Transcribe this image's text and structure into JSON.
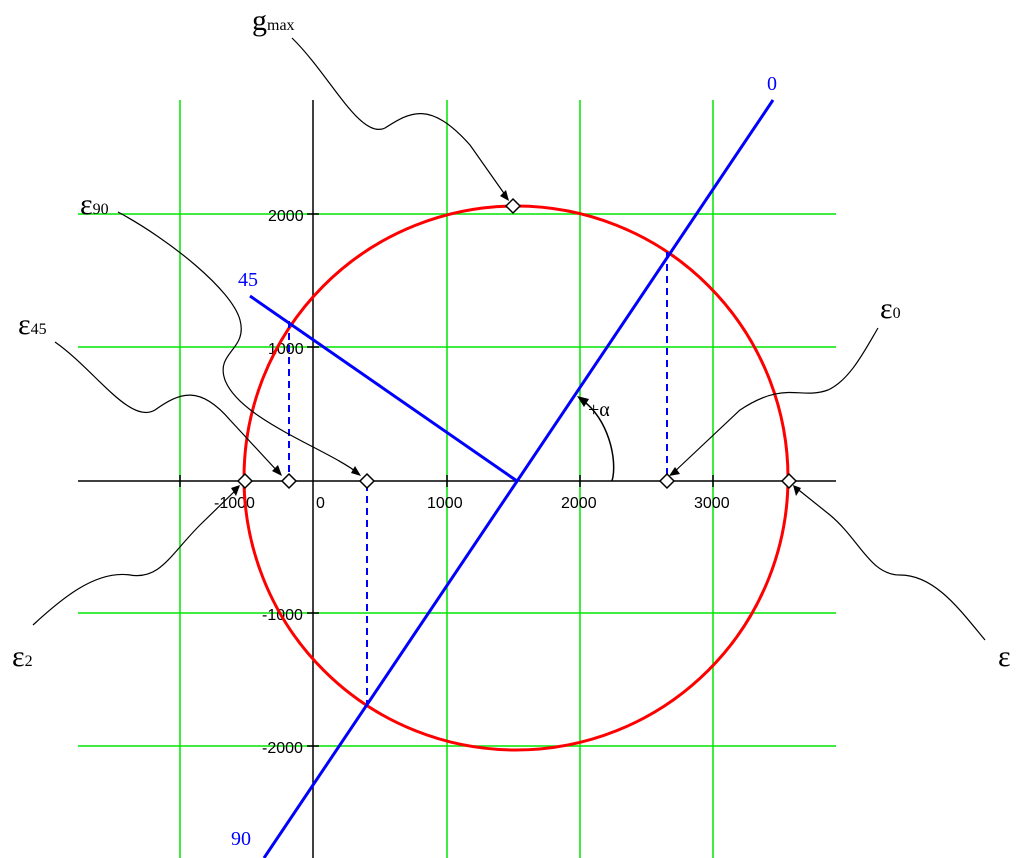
{
  "diagram": {
    "x_ticks": [
      "-1000",
      "0",
      "1000",
      "2000",
      "3000"
    ],
    "y_ticks": [
      "2000",
      "1000",
      "-1000",
      "-2000"
    ],
    "line_labels": {
      "line_0": "0",
      "line_45": "45",
      "line_90": "90"
    },
    "angle_label": "+α",
    "callouts": {
      "g_max": {
        "main": "g",
        "sub": "max"
      },
      "eps_90": {
        "main": "ε",
        "sub": "90"
      },
      "eps_45": {
        "main": "ε",
        "sub": "45"
      },
      "eps_0": {
        "main": "ε",
        "sub": "0"
      },
      "eps_2": {
        "main": "ε",
        "sub": "2"
      },
      "eps_1": {
        "main": "ε",
        "sub": ""
      }
    },
    "colors": {
      "grid": "#00e600",
      "circle": "#ff0000",
      "lines": "#0000ff",
      "axes": "#000000"
    }
  }
}
